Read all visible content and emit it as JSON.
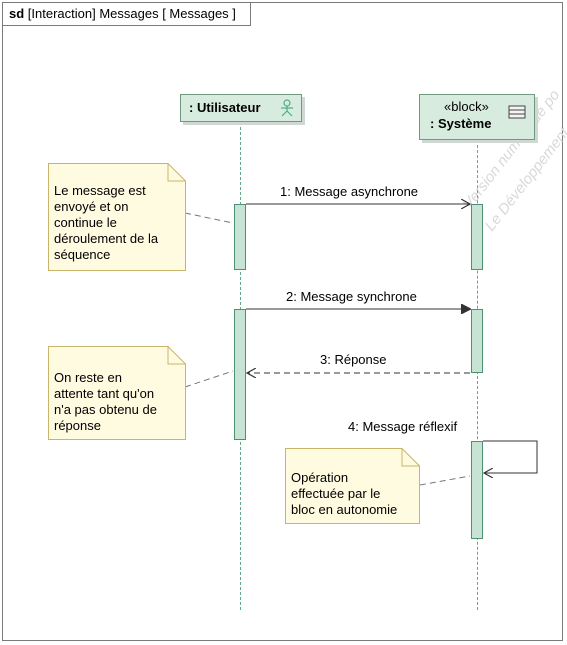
{
  "frame": {
    "kind": "sd",
    "title": "[Interaction] Messages [ Messages ]"
  },
  "lifelines": [
    {
      "name": ": Utilisateur",
      "stereotype": "",
      "icon": "actor-icon"
    },
    {
      "name": ": Système",
      "stereotype": "«block»",
      "icon": "block-icon"
    }
  ],
  "messages": [
    {
      "label": "1: Message asynchrone",
      "kind": "asynchronous"
    },
    {
      "label": "2: Message synchrone",
      "kind": "synchronous"
    },
    {
      "label": "3: Réponse",
      "kind": "reply"
    },
    {
      "label": "4: Message réflexif",
      "kind": "reflexive"
    }
  ],
  "notes": [
    {
      "text": "Le message est\nenvoyé et on\ncontinue le\ndéroulement de la\nséquence"
    },
    {
      "text": "On reste en\nattente tant qu'on\nn'a pas obtenu de\nréponse"
    },
    {
      "text": "Opération\neffectuée par le\nbloc en autonomie"
    }
  ],
  "watermark": {
    "lines": [
      "Version numérique po",
      "Le Développement"
    ]
  },
  "colors": {
    "lifeline_fill": "#d8ebdf",
    "lifeline_border": "#6f9a80",
    "activation_fill": "#c7e3d4",
    "note_fill": "#fffbe0",
    "note_border": "#c8b46a",
    "message_line": "#333333",
    "lifeline_dash": "#5fa88a"
  }
}
